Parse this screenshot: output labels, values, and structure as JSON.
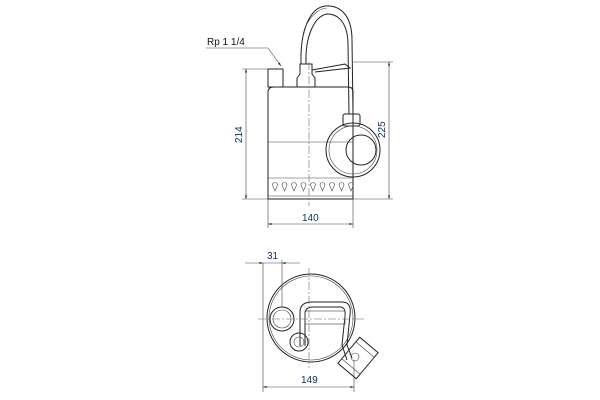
{
  "drawing": {
    "connection_label": "Rp 1 1/4",
    "side_view": {
      "height_body": "214",
      "height_total": "225",
      "width": "140"
    },
    "top_view": {
      "outlet_offset": "31",
      "width_total": "149"
    },
    "dimension_color": "#0d2f6b"
  }
}
